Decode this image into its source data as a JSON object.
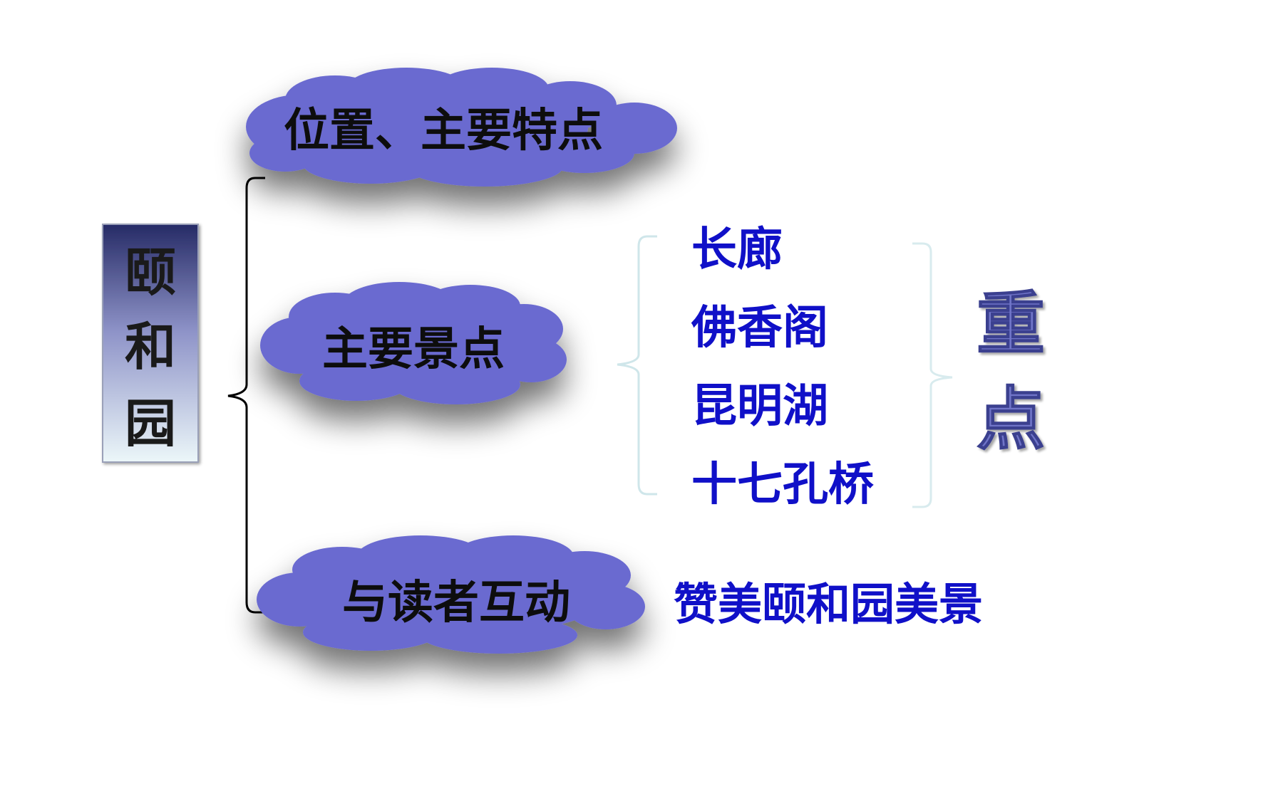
{
  "root": {
    "chars": [
      "颐",
      "和",
      "园"
    ]
  },
  "branches": [
    {
      "label": "位置、主要特点"
    },
    {
      "label": "主要景点"
    },
    {
      "label": "与读者互动"
    }
  ],
  "spots": [
    "长廊",
    "佛香阁",
    "昆明湖",
    "十七孔桥"
  ],
  "key_point": {
    "chars": [
      "重",
      "点"
    ]
  },
  "praise": "赞美颐和园美景",
  "colors": {
    "cloud_fill": "#6b6bd0",
    "spot_text": "#1010c8",
    "key_text": "#6f74c8",
    "root_box_top": "#2a2f6e",
    "root_box_bottom": "#e8f6f8",
    "bracket_main": "#000000",
    "bracket_sub": "#cfe6ea"
  }
}
